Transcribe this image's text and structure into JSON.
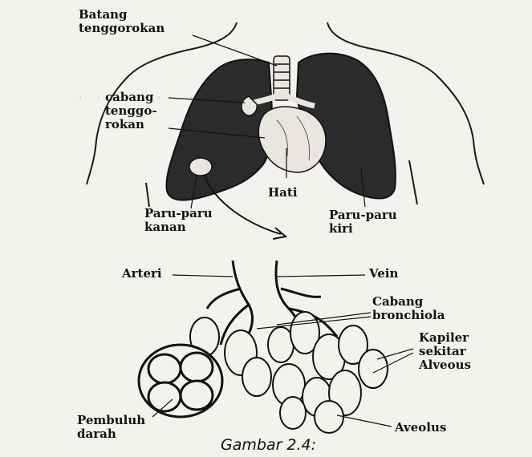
{
  "labels": {
    "trachea": "Batang\ntenggorokan",
    "bronchus": "cabang\ntenggo-\nrokan",
    "heart": "Hati",
    "right_lung": "Paru-paru\nkanan",
    "left_lung": "Paru-paru\nkiri",
    "artery": "Arteri",
    "vein": "Vein",
    "bronchiole": "Cabang\nbronchiola",
    "capillaries": "Kapiler\nsekitar\nAlveous",
    "blood_vessel": "Pembuluh\ndarah",
    "alveolus": "Aveolus"
  },
  "caption": "Gambar 2.4:",
  "colors": {
    "ink": "#1a1a1a",
    "lung_fill": "#2b2b2b",
    "paper": "#f4f2ee",
    "bleed_text": "#a9b3cc"
  }
}
